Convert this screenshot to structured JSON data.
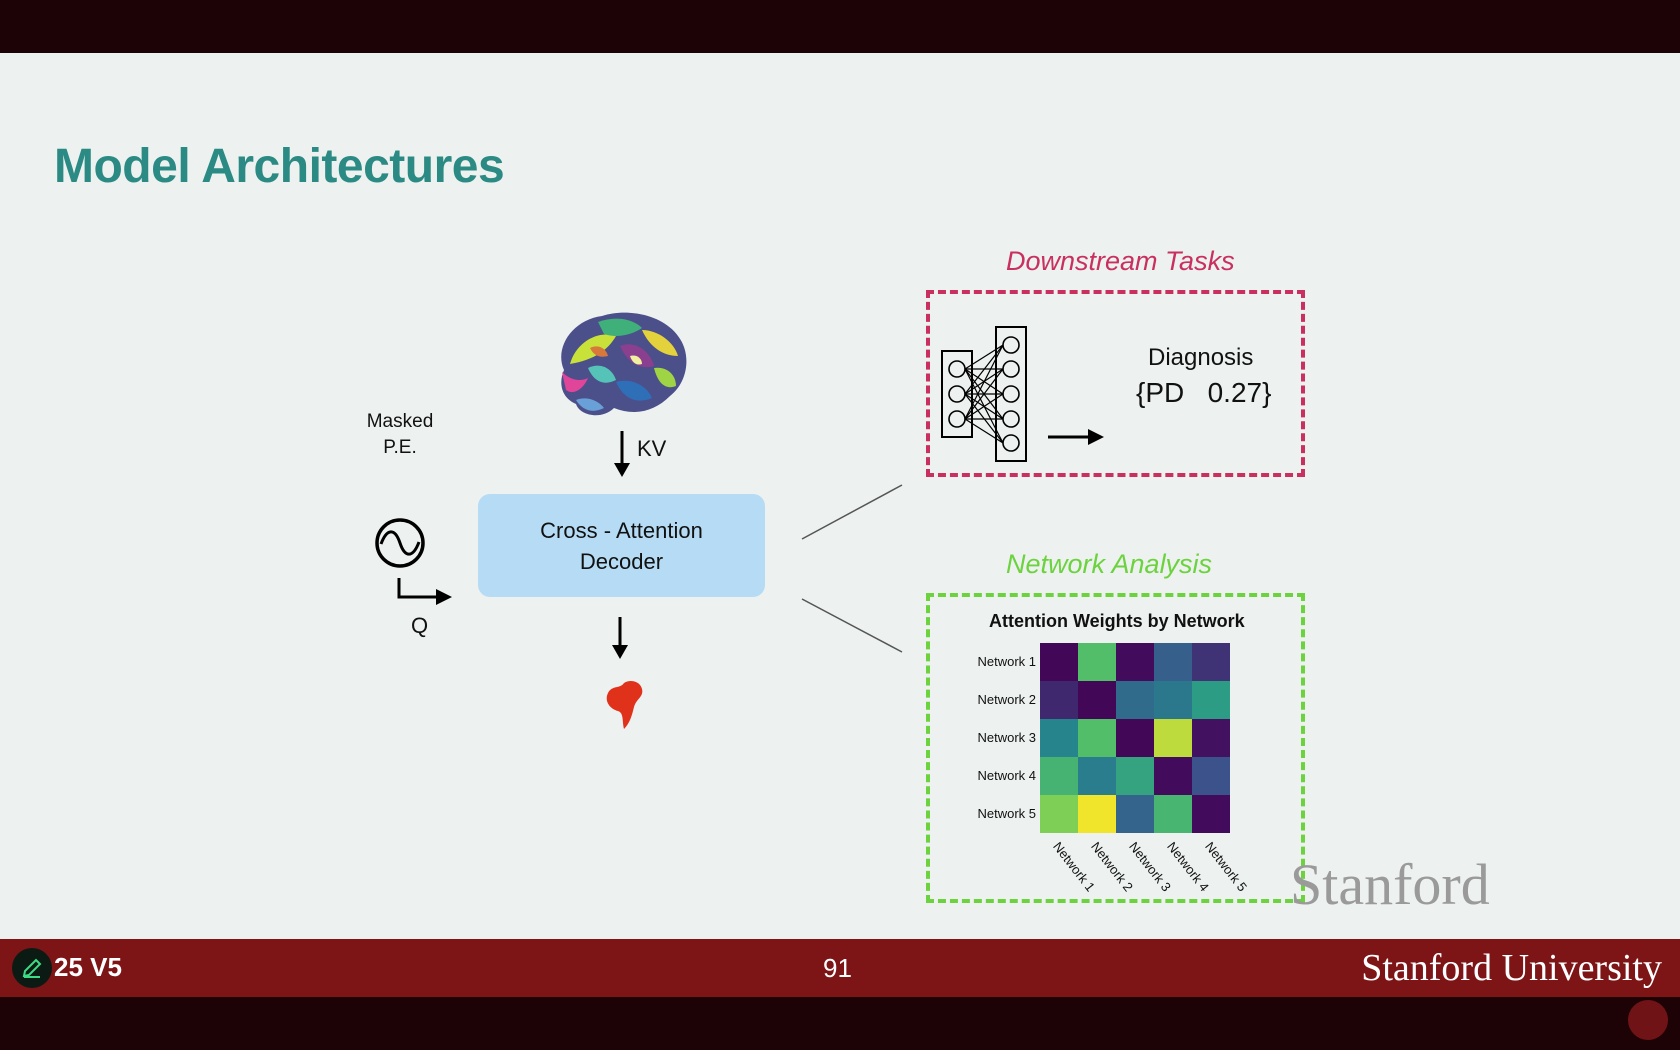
{
  "slide": {
    "title": "Model Architectures",
    "masked_pe": [
      "Masked",
      "P.E."
    ],
    "kv_label": "KV",
    "q_label": "Q",
    "decoder_lines": [
      "Cross - Attention",
      "Decoder"
    ],
    "downstream_title": "Downstream Tasks",
    "diagnosis_label": "Diagnosis",
    "diagnosis_value": "{PD   0.27}",
    "network_title": "Network Analysis",
    "watermark": "Stanford"
  },
  "colors": {
    "accent_title": "#2b8a83",
    "downstream": "#c9305f",
    "network": "#6cd33f",
    "decoder_fill": "#b6dcf5",
    "footer": "#7d1416"
  },
  "chart_data": {
    "type": "heatmap",
    "title": "Attention Weights by Network",
    "rows": [
      "Network 1",
      "Network 2",
      "Network 3",
      "Network 4",
      "Network 5"
    ],
    "cols": [
      "Network 1",
      "Network 2",
      "Network 3",
      "Network 4",
      "Network 5"
    ],
    "colormap": "viridis",
    "values": [
      [
        0.02,
        0.7,
        0.03,
        0.3,
        0.15
      ],
      [
        0.12,
        0.02,
        0.35,
        0.4,
        0.55
      ],
      [
        0.45,
        0.7,
        0.02,
        0.9,
        0.05
      ],
      [
        0.65,
        0.42,
        0.58,
        0.03,
        0.25
      ],
      [
        0.8,
        0.98,
        0.32,
        0.66,
        0.03
      ]
    ]
  },
  "footer": {
    "left": "25 V5",
    "page": "91",
    "right": "Stanford University"
  },
  "icons": {
    "edit": "pencil-icon",
    "sine": "sine-wave-icon",
    "brain": "brain-icon",
    "output": "brain-region-icon",
    "network": "neural-network-icon"
  }
}
